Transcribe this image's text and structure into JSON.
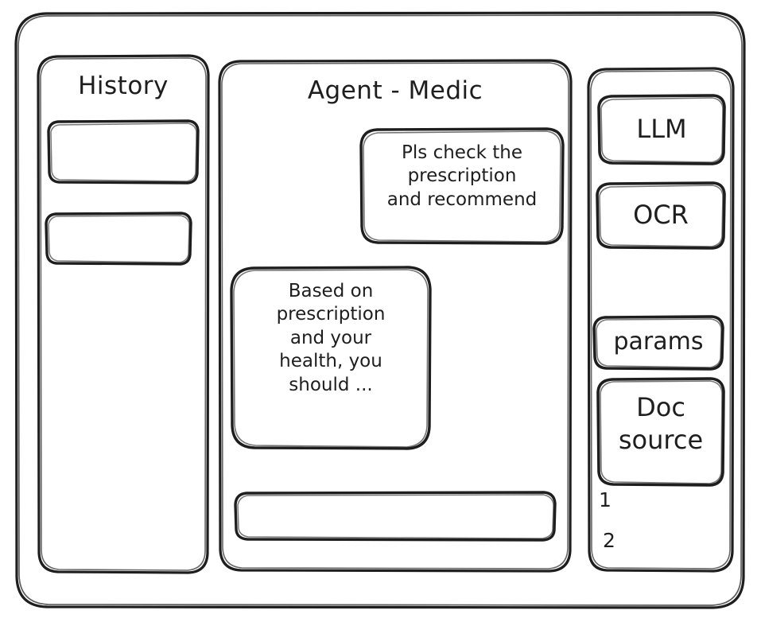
{
  "window": {
    "frame_name": "app-window"
  },
  "sidebar": {
    "title": "History",
    "items": [
      {
        "label": ""
      },
      {
        "label": ""
      }
    ]
  },
  "main": {
    "title": "Agent - Medic",
    "messages": [
      {
        "role": "user",
        "text": "Pls check the\nprescription\nand recommend"
      },
      {
        "role": "assistant",
        "text": "Based on\nprescription\nand your\nhealth, you\nshould ..."
      }
    ],
    "composer": {
      "value": "",
      "placeholder": ""
    }
  },
  "tools": {
    "items": [
      {
        "label": "LLM"
      },
      {
        "label": "OCR"
      },
      {
        "label": "params"
      },
      {
        "label": "Doc\nsource"
      }
    ],
    "source_markers": [
      {
        "label": "1"
      },
      {
        "label": "2"
      }
    ]
  },
  "style": {
    "ink": "#1e1e1e",
    "background": "#ffffff"
  }
}
